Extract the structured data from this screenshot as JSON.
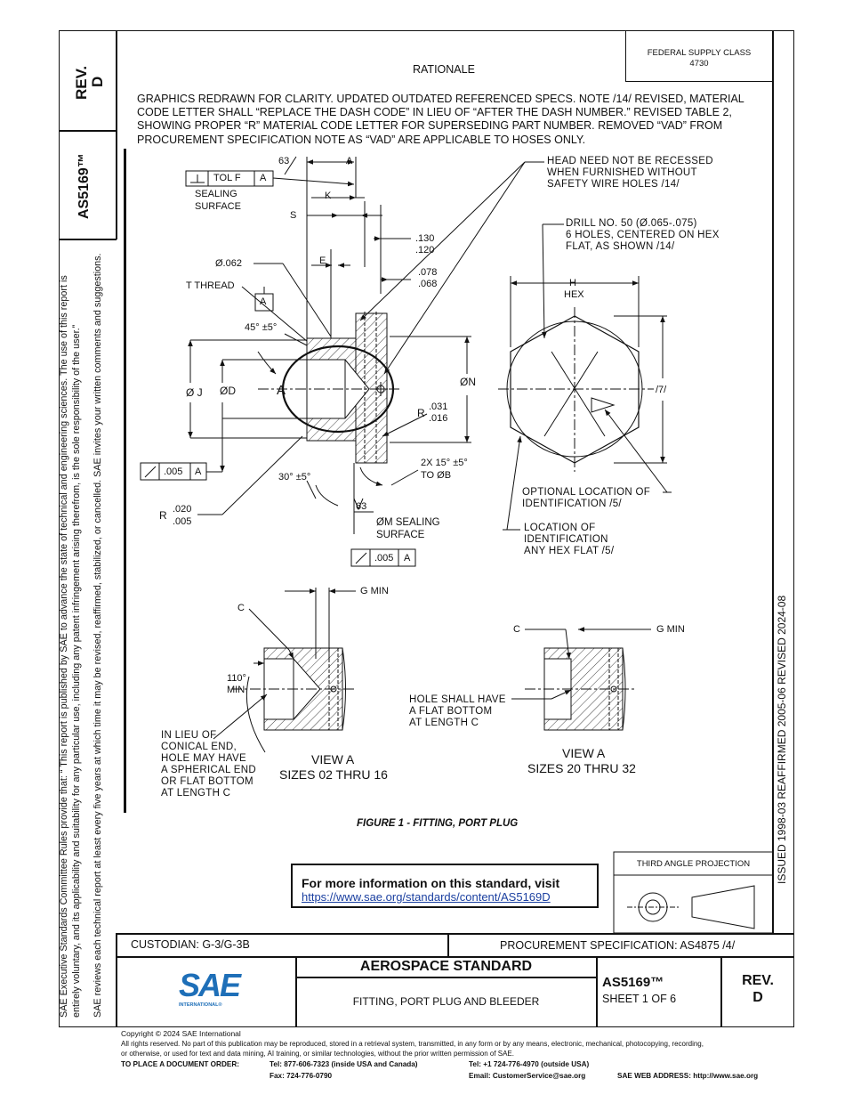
{
  "rev_side": {
    "label": "REV.",
    "value": "D"
  },
  "doc_side": "AS5169™",
  "side_notice_1": "SAE Executive Standards Committee Rules provide that: “  This report is published by SAE to advance the state of technical and engineering sciences. The use of this report is",
  "side_notice_2": "entirely voluntary, and its applicability and suitability for any particular use, including any patent infringement arising therefrom, is the sole responsibility of the user.”",
  "side_notice_3": "SAE reviews each technical report at least every five years at which time it may be revised, reaffirmed, stabilized, or cancelled. SAE invites your written comments and suggestions.",
  "federal_supply": {
    "line1": "FEDERAL SUPPLY CLASS",
    "line2": "4730"
  },
  "rationale": {
    "title": "RATIONALE",
    "text": "GRAPHICS REDRAWN FOR CLARITY. UPDATED OUTDATED REFERENCED SPECS. NOTE /14/ REVISED, MATERIAL CODE LETTER SHALL “REPLACE THE DASH CODE” IN LIEU OF “AFTER THE DASH NUMBER.” REVISED TABLE 2, SHOWING PROPER “R” MATERIAL CODE LETTER FOR SUPERSEDING PART NUMBER. REMOVED “VAD” FROM PROCUREMENT SPECIFICATION NOTE AS “VAD” ARE APPLICABLE TO HOSES ONLY."
  },
  "dates_side": "ISSUED 1998-03    REAFFIRMED 2005-06    REVISED 2024-08",
  "drawing": {
    "tol_f": "TOL F",
    "datum_a": "A",
    "sealing_surface": [
      "SEALING",
      "SURFACE"
    ],
    "dim_63": "63",
    "dim_A": "A",
    "dim_K": "K",
    "dim_S": "S",
    "dim_E": "E",
    "dim_130_120": [
      ".130",
      ".120"
    ],
    "dim_078_068": [
      ".078",
      ".068"
    ],
    "dia_062": "Ø.062",
    "t_thread": "T  THREAD",
    "angle_45": "45°  ±5°",
    "dia_J": "Ø J",
    "dia_D": "ØD",
    "view_A_label": "A",
    "dia_N": "ØN",
    "radius_R": "R",
    "dim_031_016": [
      ".031",
      ".016"
    ],
    "fcf_005": ".005",
    "angle_30": "30°  ±5°",
    "angle_2x15": [
      "2X 15°  ±5°",
      "TO ØB"
    ],
    "dim_020_005": [
      ".020",
      ".005"
    ],
    "dia_M": [
      "ØM SEALING",
      "SURFACE"
    ],
    "head_note": [
      "HEAD NEED NOT BE RECESSED",
      "WHEN FURNISHED WITHOUT",
      "SAFETY WIRE HOLES  /14/"
    ],
    "drill_note": [
      "DRILL NO. 50 (Ø.065-.075)",
      "6 HOLES, CENTERED ON HEX",
      "FLAT, AS SHOWN  /14/"
    ],
    "hex_H": [
      "H",
      "HEX"
    ],
    "dim_7": "/7/",
    "opt_loc": [
      "OPTIONAL LOCATION OF",
      "IDENTIFICATION   /5/"
    ],
    "loc_id": [
      "LOCATION OF",
      "IDENTIFICATION",
      "ANY HEX FLAT   /5/"
    ],
    "g_min": "G MIN",
    "c_label": "C",
    "angle_110": [
      "110°",
      "MIN"
    ],
    "in_lieu": [
      "IN LIEU OF",
      "CONICAL END,",
      "HOLE MAY HAVE",
      "A SPHERICAL END",
      "OR FLAT BOTTOM",
      "AT LENGTH C"
    ],
    "view_a_1": [
      "VIEW   A",
      "SIZES 02 THRU 16"
    ],
    "hole_shall": [
      "HOLE SHALL HAVE",
      "A FLAT BOTTOM",
      "AT LENGTH C"
    ],
    "view_a_2": [
      "VIEW   A",
      "SIZES 20 THRU 32"
    ]
  },
  "figure_caption": "FIGURE 1 - FITTING, PORT PLUG",
  "info": {
    "head": "For more information on this standard, visit",
    "link": "https://www.sae.org/standards/content/AS5169D"
  },
  "third_angle": "THIRD ANGLE PROJECTION",
  "custodian": "CUSTODIAN: G-3/G-3B",
  "procurement": "PROCUREMENT SPECIFICATION: AS4875 /4/",
  "logo": {
    "letters": "SAE",
    "sub": "INTERNATIONAL®"
  },
  "aero_standard": "AEROSPACE STANDARD",
  "doc_title": "FITTING, PORT PLUG AND BLEEDER",
  "doc_number": "AS5169™",
  "sheet": "SHEET 1 OF 6",
  "rev_bottom": {
    "label": "REV.",
    "value": "D"
  },
  "copyright": "Copyright © 2024 SAE International",
  "rights": "All rights reserved. No part of this publication may be reproduced, stored in a retrieval system, transmitted, in any form or by any means, electronic, mechanical, photocopying, recording,",
  "rights2": "or otherwise, or used for text and data mining, AI training, or similar technologies, without the prior written permission of SAE.",
  "order": {
    "label": "TO PLACE A DOCUMENT ORDER:",
    "tel_us": "Tel:  877-606-7323 (inside USA and Canada)",
    "tel_out": "Tel:  +1 724-776-4970 (outside USA)",
    "fax": "Fax:  724-776-0790",
    "email": "Email:  CustomerService@sae.org",
    "web": "SAE WEB ADDRESS: http://www.sae.org"
  },
  "colors": {
    "ink": "#111111",
    "link": "#1a3fa0",
    "sae_blue": "#1e6fb8"
  }
}
